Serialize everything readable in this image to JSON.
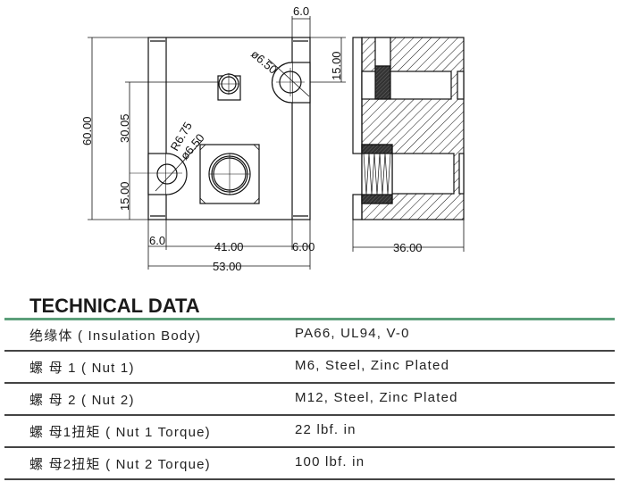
{
  "drawing": {
    "front_view": {
      "dim_top_width": "6.0",
      "dim_right_top": "15.00",
      "dim_hole_top": "ø6.50",
      "dim_height": "60.00",
      "dim_hole_offset": "30.05",
      "dim_bottom_offset": "15.00",
      "dim_radius": "R6.75",
      "dim_hole_left": "ø6.50",
      "dim_left_rail": "6.0",
      "dim_center": "41.00",
      "dim_right_rail": "6.00",
      "dim_total_width": "53.00"
    },
    "side_view": {
      "dim_depth": "36.00"
    }
  },
  "technical_data": {
    "title": "TECHNICAL DATA",
    "rows": [
      {
        "label": "绝缘体 ( Insulation Body)",
        "value": "PA66, UL94, V-0"
      },
      {
        "label": "螺 母 1 ( Nut 1)",
        "value": "M6, Steel, Zinc Plated"
      },
      {
        "label": "螺 母 2 ( Nut 2)",
        "value": "M12, Steel, Zinc Plated"
      },
      {
        "label": "螺 母1扭矩 ( Nut 1 Torque)",
        "value": "22 lbf. in"
      },
      {
        "label": "螺 母2扭矩 ( Nut 2 Torque)",
        "value": "100 lbf. in"
      }
    ]
  },
  "colors": {
    "accent_line": "#5c9f7a"
  }
}
